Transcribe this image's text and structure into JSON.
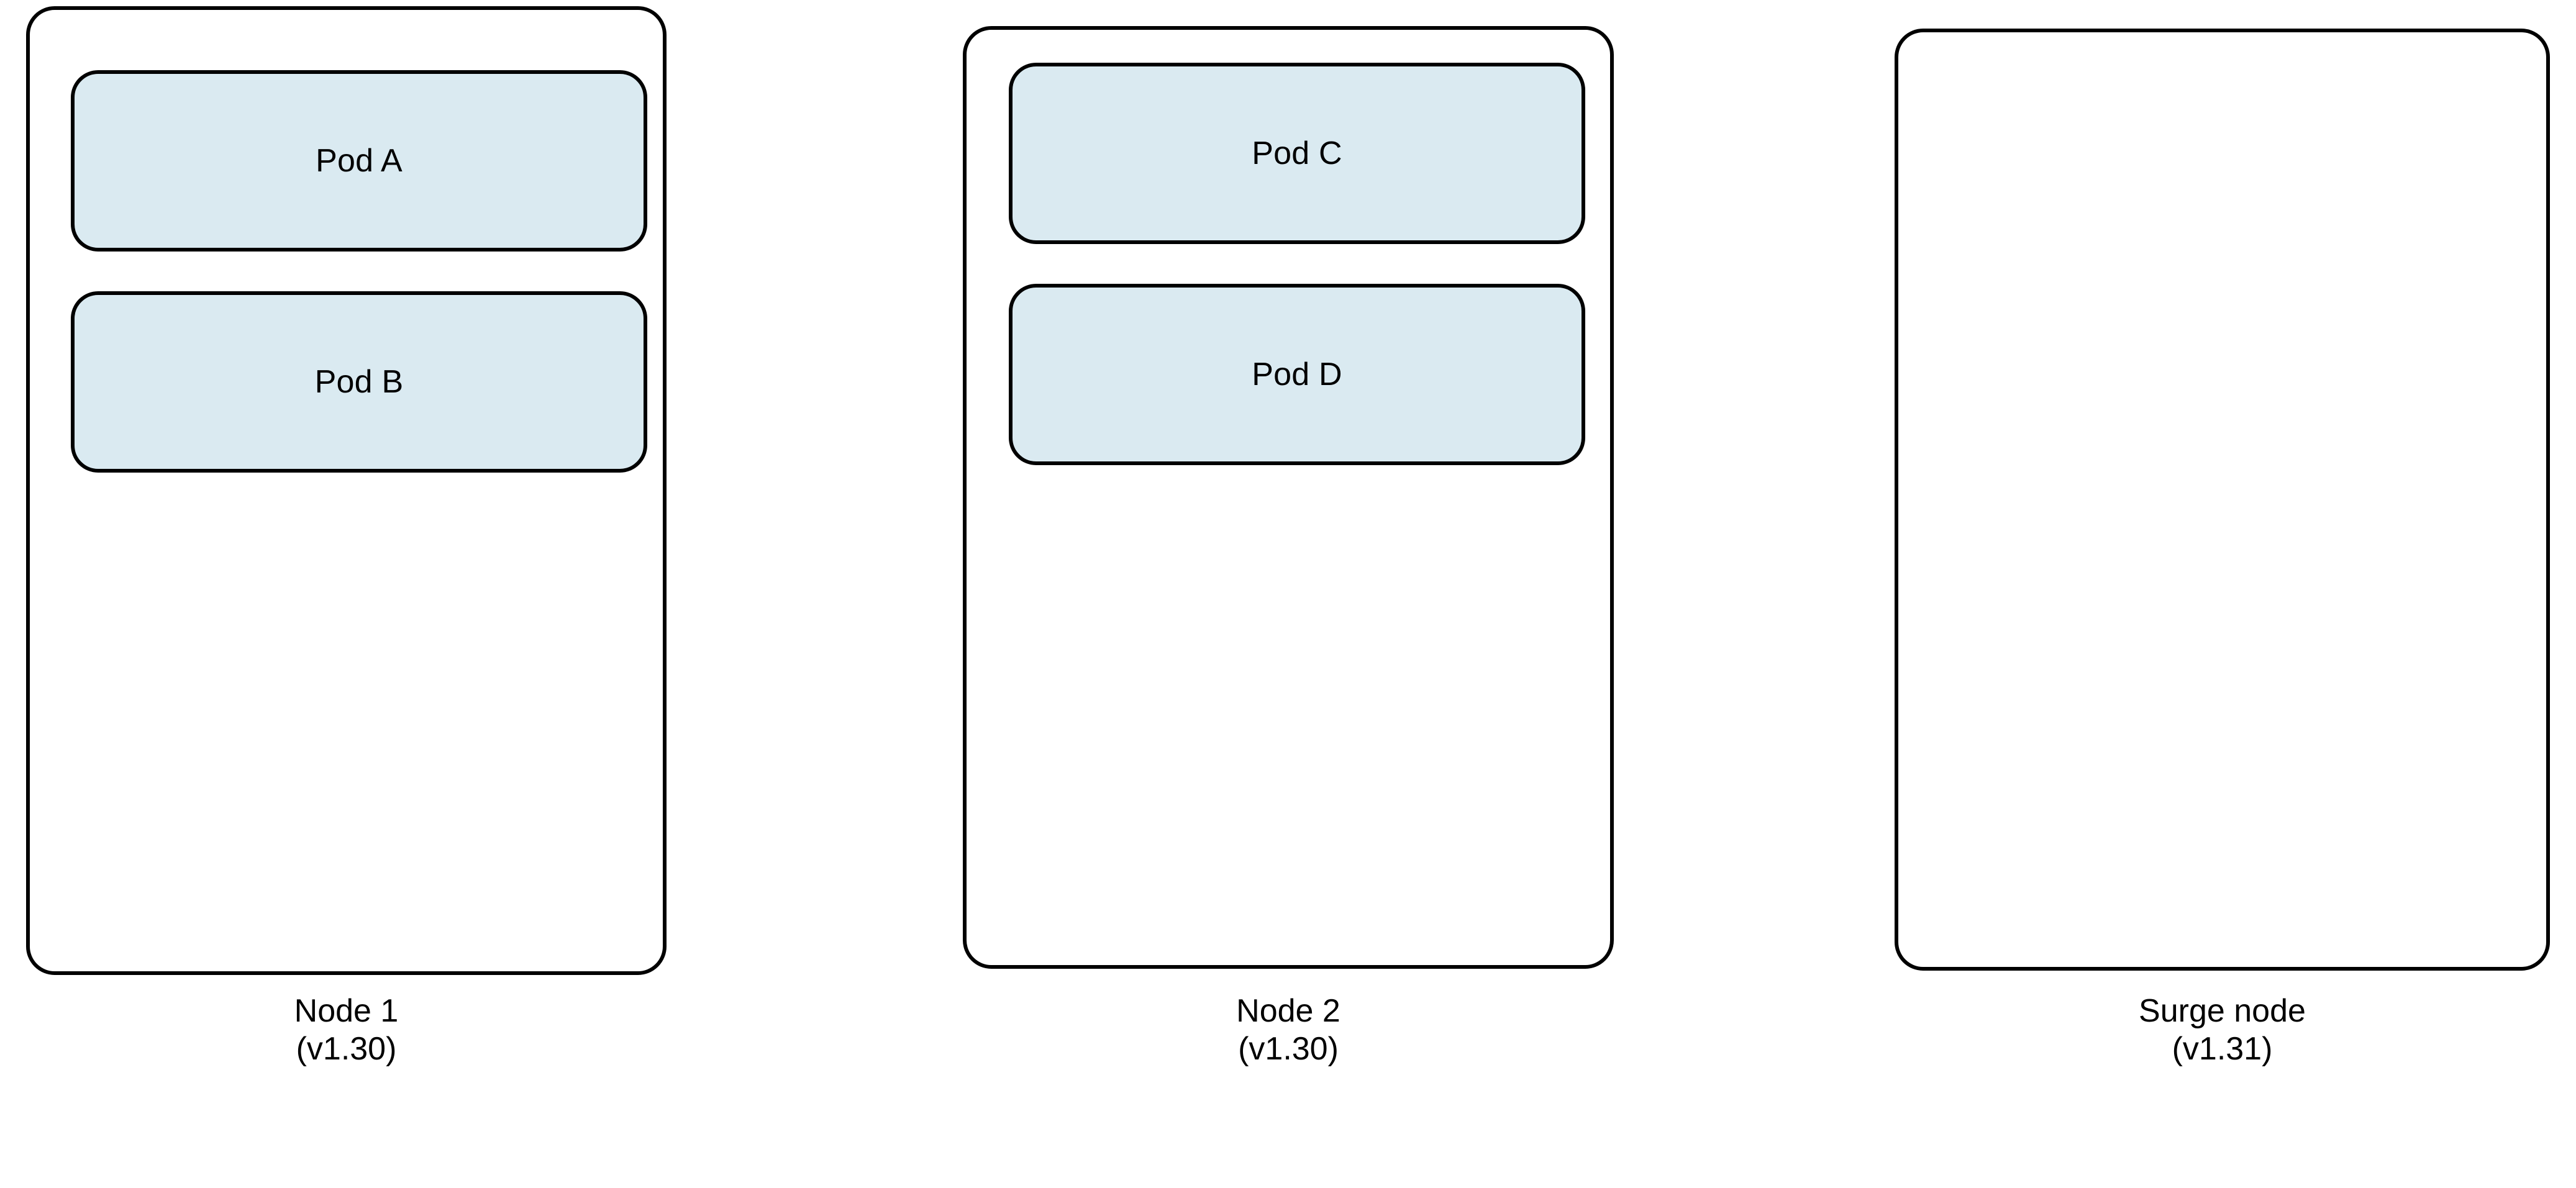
{
  "diagram": {
    "type": "kubernetes-surge-upgrade",
    "background_color": "#ffffff",
    "stroke_color": "#000000",
    "pod_fill_color": "#daeaf1",
    "nodes": [
      {
        "id": "node-1",
        "name": "Node 1",
        "version": "(v1.30)",
        "pods": [
          {
            "id": "pod-a",
            "label": "Pod A"
          },
          {
            "id": "pod-b",
            "label": "Pod B"
          }
        ]
      },
      {
        "id": "node-2",
        "name": "Node 2",
        "version": "(v1.30)",
        "pods": [
          {
            "id": "pod-c",
            "label": "Pod C"
          },
          {
            "id": "pod-d",
            "label": "Pod D"
          }
        ]
      },
      {
        "id": "surge-node",
        "name": "Surge node",
        "version": "(v1.31)",
        "pods": []
      }
    ]
  }
}
